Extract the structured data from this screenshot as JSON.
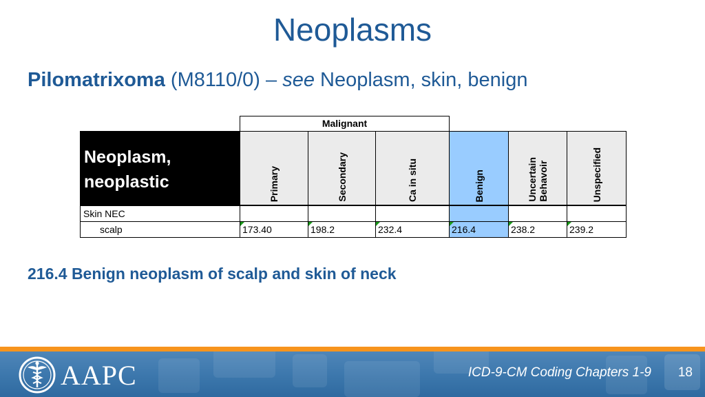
{
  "title": "Neoplasms",
  "subtitle": {
    "term": "Pilomatrixoma",
    "code": "(M8110/0) –",
    "see": "see",
    "ref": "Neoplasm, skin, benign"
  },
  "table": {
    "group_header": "Malignant",
    "main_header": "Neoplasm, neoplastic",
    "columns": [
      "Primary",
      "Secondary",
      "Ca in situ",
      "Benign",
      "Uncertain\nBehavoir",
      "Unspecified"
    ],
    "rows": [
      {
        "label": "Skin NEC",
        "values": [
          "",
          "",
          "",
          "",
          "",
          ""
        ]
      },
      {
        "label": "scalp",
        "values": [
          "173.40",
          "198.2",
          "232.4",
          "216.4",
          "238.2",
          "239.2"
        ]
      }
    ]
  },
  "bottom_text": "216.4 Benign neoplasm of scalp and skin of neck",
  "footer": {
    "logo": "AAPC",
    "caption": "ICD-9-CM Coding Chapters 1-9",
    "page": "18"
  },
  "colors": {
    "title_blue": "#1f5a96",
    "highlight": "#99ccff",
    "accent_orange": "#f7941d"
  }
}
